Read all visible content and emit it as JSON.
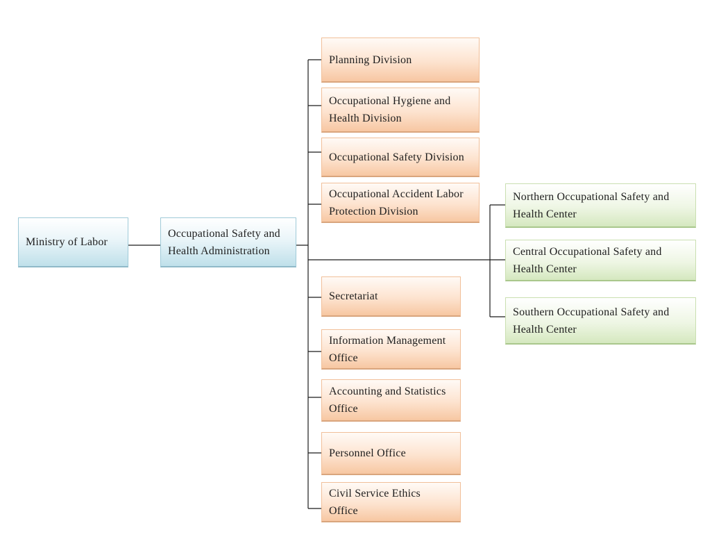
{
  "root": {
    "label": "Ministry of Labor"
  },
  "administration": {
    "label": "Occupational Safety and\nHealth Administration"
  },
  "divisions": [
    {
      "label": "Planning Division"
    },
    {
      "label": "Occupational Hygiene and\nHealth Division"
    },
    {
      "label": "Occupational Safety Division"
    },
    {
      "label": "Occupational Accident Labor\nProtection Division"
    }
  ],
  "centers": [
    {
      "label": "Northern Occupational Safety and\nHealth Center"
    },
    {
      "label": "Central Occupational Safety and\nHealth Center"
    },
    {
      "label": "Southern Occupational Safety and\nHealth Center"
    }
  ],
  "offices": [
    {
      "label": "Secretariat"
    },
    {
      "label": "Information Management\nOffice"
    },
    {
      "label": "Accounting and Statistics\nOffice"
    },
    {
      "label": "Personnel Office"
    },
    {
      "label": "Civil Service Ethics\nOffice"
    }
  ],
  "colors": {
    "root_fill": "#bfe0ea",
    "division_fill": "#f7c7a2",
    "center_fill": "#d5e8bf",
    "connector": "#1a1a1a"
  }
}
